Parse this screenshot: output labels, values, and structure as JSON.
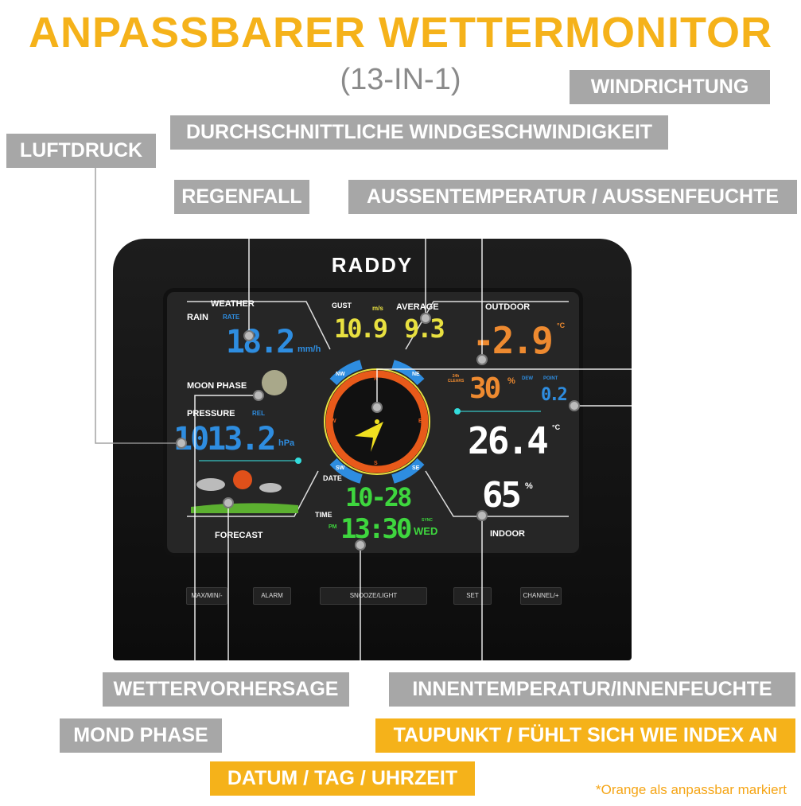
{
  "title": "ANPASSBARER WETTERMONITOR",
  "subtitle": "(13-IN-1)",
  "labels": {
    "wind_direction": "WINDRICHTUNG",
    "avg_wind": "DURCHSCHNITTLICHE WINDGESCHWINDIGKEIT",
    "pressure": "LUFTDRUCK",
    "rain": "REGENFALL",
    "outdoor": "AUSSENTEMPERATUR / AUSSENFEUCHTE",
    "forecast": "WETTERVORHERSAGE",
    "indoor": "INNENTEMPERATUR/INNENFEUCHTE",
    "moon": "MOND PHASE",
    "dewpoint": "TAUPUNKT / FÜHLT SICH WIE INDEX AN",
    "datetime": "DATUM / TAG / UHRZEIT"
  },
  "footnote": "*Orange als anpassbar markiert",
  "colors": {
    "accent": "#f5b21a",
    "label_bg": "#a7a7a7"
  },
  "device": {
    "brand": "RADDY",
    "display": {
      "weather": "WEATHER",
      "rain": "RAIN",
      "rate": "RATE",
      "rain_value": "18.2",
      "rain_unit": "mm/h",
      "moon_phase": "MOON PHASE",
      "pressure": "PRESSURE",
      "rel": "REL",
      "pressure_value": "1013.2",
      "pressure_unit": "hPa",
      "forecast": "FORECAST",
      "gust": "GUST",
      "average": "AVERAGE",
      "wind_unit": "m/s",
      "gust_value": "10.9",
      "avg_value": "9.3",
      "compass": {
        "n": "N",
        "s": "S",
        "e": "E",
        "w": "W",
        "nw": "NW",
        "ne": "NE",
        "sw": "SW",
        "se": "SE"
      },
      "outdoor": "OUTDOOR",
      "outdoor_temp": "-2.9",
      "temp_unit": "°C",
      "outdoor_hum": "30",
      "pct": "%",
      "clears": "24h CLEARS",
      "dew": "DEW",
      "point": "POINT",
      "dew_value": "0.2",
      "indoor_temp": "26.4",
      "indoor_hum": "65",
      "indoor": "INDOOR",
      "date": "DATE",
      "date_value": "10-28",
      "time": "TIME",
      "pm": "PM",
      "time_value": "13:30",
      "day": "WED",
      "sync": "SYNC"
    },
    "buttons": [
      "MAX/MIN/-",
      "ALARM",
      "SNOOZE/LIGHT",
      "SET",
      "CHANNEL/+"
    ]
  }
}
